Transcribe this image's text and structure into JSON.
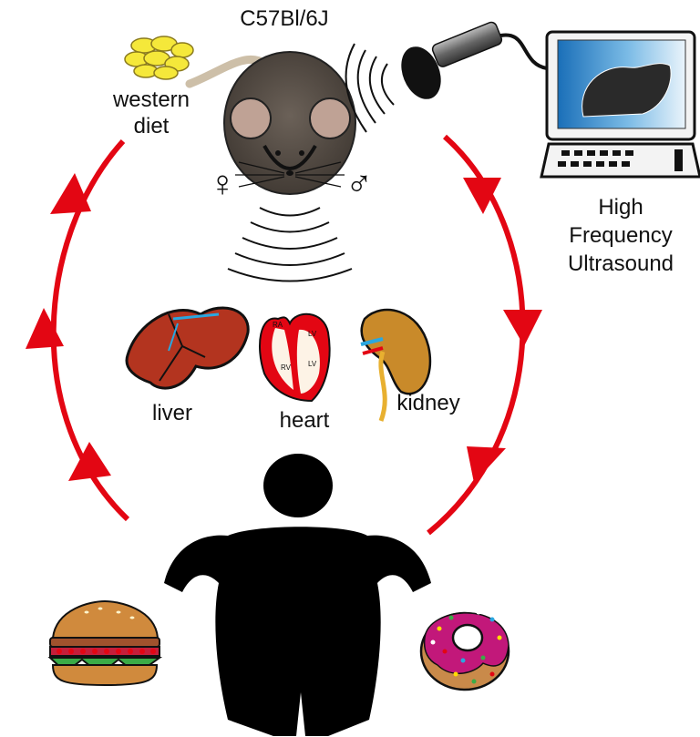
{
  "labels": {
    "strain": "C57Bl/6J",
    "diet_line1": "western",
    "diet_line2": "diet",
    "female_symbol": "♀",
    "male_symbol": "♂",
    "ultrasound_line1": "High",
    "ultrasound_line2": "Frequency",
    "ultrasound_line3": "Ultrasound",
    "liver": "liver",
    "heart": "heart",
    "kidney": "kidney",
    "heart_ra": "RA",
    "heart_lv_top": "LV",
    "heart_rv": "RV",
    "heart_lv_bottom": "LV"
  },
  "colors": {
    "cycle_arrows": "#e30613",
    "silhouette": "#000000",
    "mouse_body": "#5a514b",
    "liver": "#b3341f",
    "heart": "#e30613",
    "kidney": "#c98a2a",
    "cheese": "#f5e83a",
    "screen": "#4a9fd6"
  },
  "icons": [
    "cheese-icon",
    "mouse-icon",
    "ultrasound-probe-icon",
    "computer-monitor-icon",
    "keyboard-icon",
    "liver-icon",
    "heart-icon",
    "kidney-icon",
    "human-silhouette-icon",
    "burger-icon",
    "donut-icon"
  ]
}
